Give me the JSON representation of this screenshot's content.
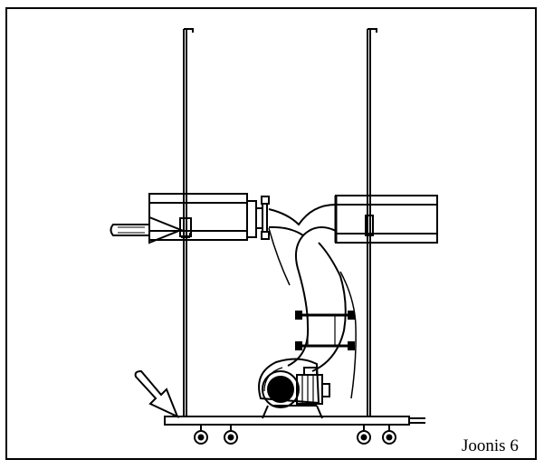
{
  "figure": {
    "caption": "Joonis 6",
    "colors": {
      "line": "#000000",
      "background": "#ffffff"
    },
    "parts": [
      "inlet-arrow",
      "air-direction-arrow",
      "left-duct",
      "right-duct",
      "flexible-hose",
      "fan",
      "motor",
      "pole-left",
      "pole-right",
      "base-platform",
      "caster-wheels"
    ]
  }
}
